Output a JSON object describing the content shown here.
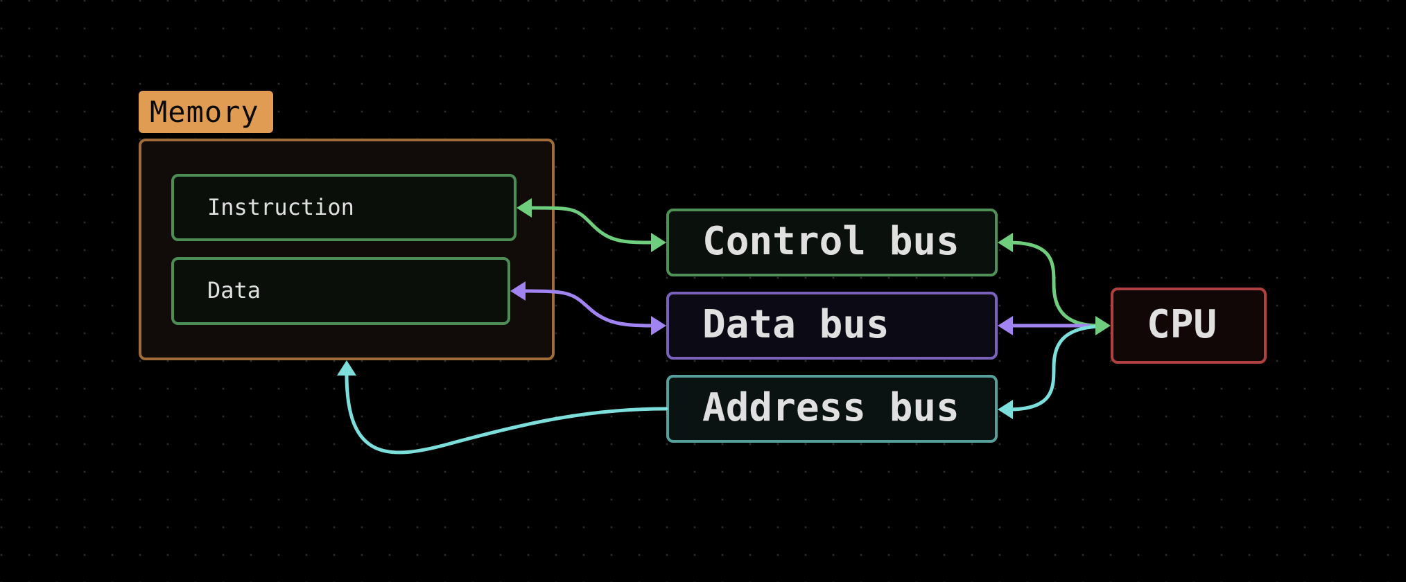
{
  "memory": {
    "title": "Memory",
    "items": [
      {
        "label": "Instruction"
      },
      {
        "label": "Data"
      }
    ]
  },
  "buses": [
    {
      "label": "Control bus",
      "color": "#6fce7d"
    },
    {
      "label": "Data bus",
      "color": "#a283f2"
    },
    {
      "label": "Address bus",
      "color": "#7ddfdc"
    }
  ],
  "cpu": {
    "label": "CPU"
  },
  "colors": {
    "memory": "#e09c52",
    "cpu": "#b0403f",
    "control": "#6fce7d",
    "data": "#a283f2",
    "address": "#7ddfdc"
  }
}
